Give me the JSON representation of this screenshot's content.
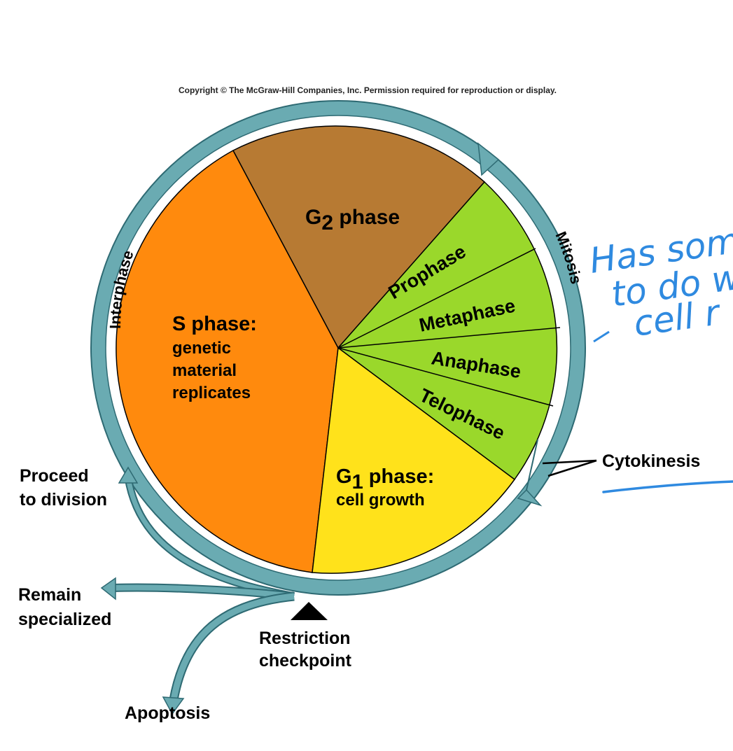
{
  "copyright": "Copyright © The McGraw-Hill Companies, Inc. Permission required for reproduction or display.",
  "ring": {
    "interphase_label": "Interphase",
    "mitosis_label": "Mitosis"
  },
  "phases": {
    "g2": {
      "letter": "G",
      "sub": "2",
      "rest": " phase",
      "color": "#b77a33"
    },
    "s": {
      "title": "S phase:",
      "line1": "genetic",
      "line2": "material",
      "line3": "replicates",
      "color": "#ff8a0d"
    },
    "g1": {
      "letter": "G",
      "sub": "1",
      "rest": " phase:",
      "line1": "cell growth",
      "color": "#ffe21b"
    },
    "mitosis_color": "#9ad82b",
    "prophase": "Prophase",
    "metaphase": "Metaphase",
    "anaphase": "Anaphase",
    "telophase": "Telophase"
  },
  "callouts": {
    "cytokinesis": "Cytokinesis",
    "proceed_line1": "Proceed",
    "proceed_line2": "to division",
    "remain_line1": "Remain",
    "remain_line2": "specialized",
    "restriction_line1": "Restriction",
    "restriction_line2": "checkpoint",
    "apoptosis": "Apoptosis"
  },
  "annotation": {
    "line1": "Has som",
    "line2": "to do w",
    "line3": "cell r",
    "color": "#2f8ae0"
  },
  "ring_color": "#6aabb2"
}
